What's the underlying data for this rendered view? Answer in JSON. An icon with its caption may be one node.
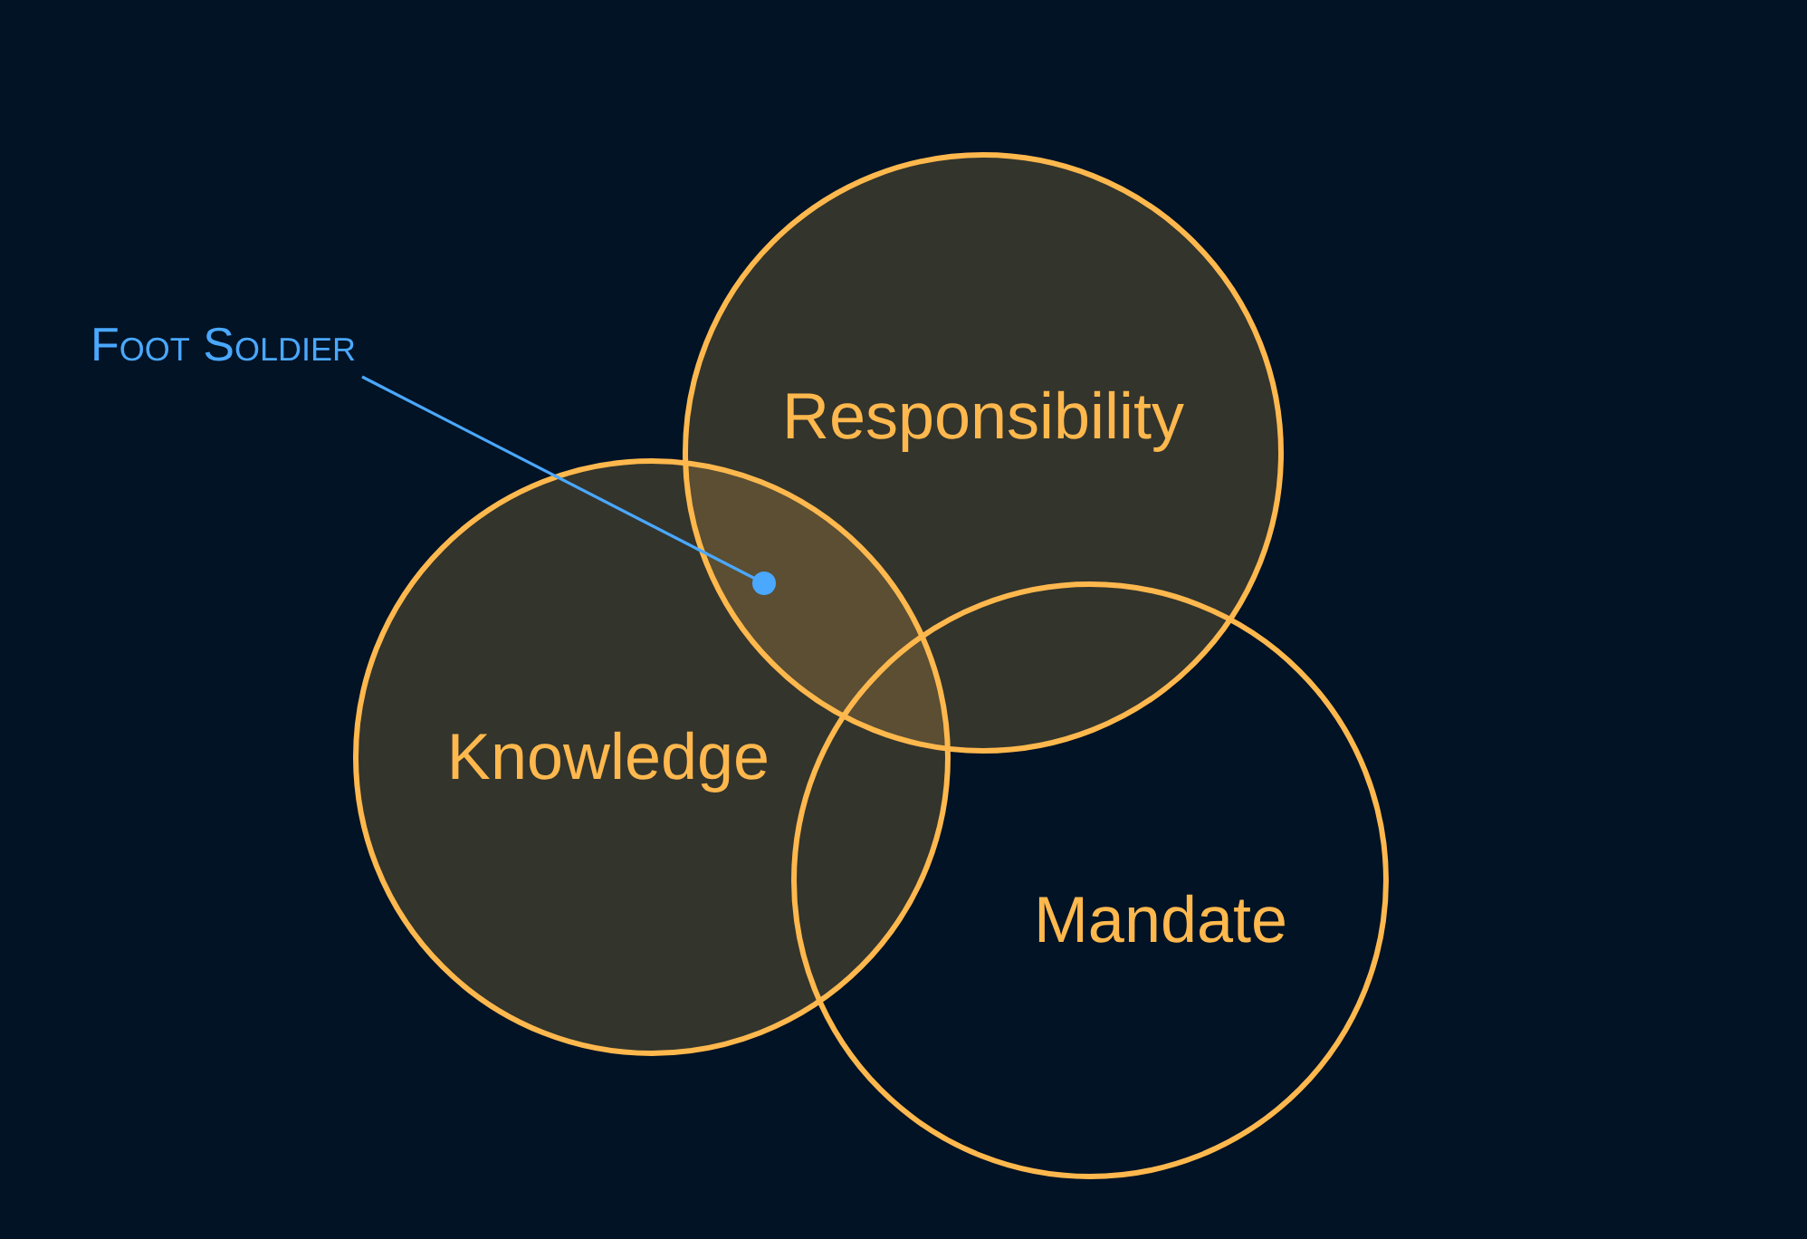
{
  "diagram": {
    "nodes": [
      {
        "text": [
          "Responsibility"
        ]
      },
      {
        "text": [
          "Knowledge"
        ]
      },
      {
        "text": [
          "Mandate"
        ]
      },
      {
        "text": [
          "Foot Soldier"
        ]
      }
    ],
    "edges": [
      {
        "from": 3,
        "to": 1,
        "arrow": "other",
        "color": "#4aa8ff"
      }
    ]
  }
}
